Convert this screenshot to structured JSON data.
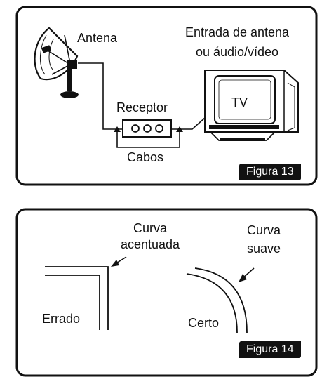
{
  "figure13": {
    "antenna_label": "Antena",
    "input_label_line1": "Entrada de antena",
    "input_label_line2": "ou áudio/vídeo",
    "tv_label": "TV",
    "receiver_label": "Receptor",
    "cables_label": "Cabos",
    "caption": "Figura 13"
  },
  "figure14": {
    "sharp_bend_line1": "Curva",
    "sharp_bend_line2": "acentuada",
    "smooth_bend_line1": "Curva",
    "smooth_bend_line2": "suave",
    "wrong_label": "Errado",
    "right_label": "Certo",
    "caption": "Figura 14"
  },
  "colors": {
    "ink": "#111111",
    "paper": "#ffffff"
  }
}
